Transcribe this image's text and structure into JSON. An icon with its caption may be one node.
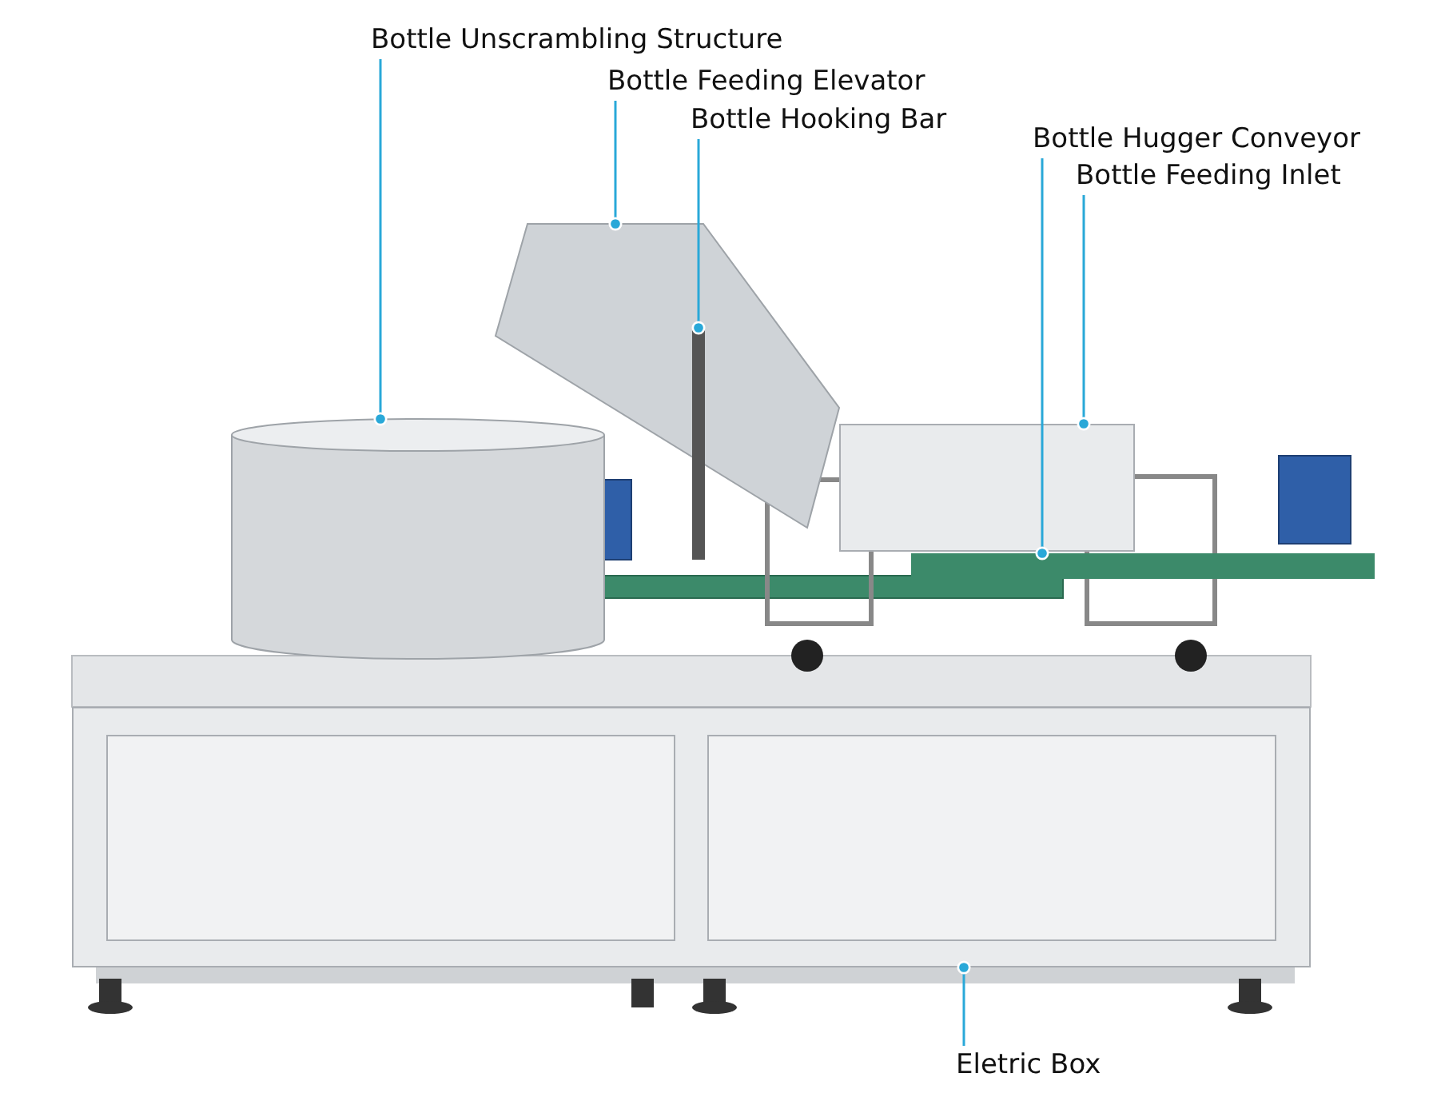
{
  "diagram": {
    "nodes": [
      {
        "text": [
          "Bottle Unscrambling Structure"
        ]
      },
      {
        "text": [
          "Bottle Feeding Elevator"
        ]
      },
      {
        "text": [
          "Bottle Hooking Bar"
        ]
      },
      {
        "text": [
          "Bottle Hugger Conveyor"
        ]
      },
      {
        "text": [
          "Bottle Feeding Inlet"
        ]
      },
      {
        "text": [
          "Eletric Box"
        ]
      },
      {
        "text": [],
        "shape": "cylinder"
      },
      {
        "text": [],
        "shape": "box"
      },
      {
        "text": [],
        "shape": "bar"
      },
      {
        "text": [],
        "shape": "bar"
      },
      {
        "text": [],
        "shape": "box"
      },
      {
        "text": [],
        "shape": "box"
      }
    ],
    "edges": [
      {
        "from": 0,
        "to": 6,
        "arrow": "other"
      },
      {
        "from": 1,
        "to": 7,
        "arrow": "other"
      },
      {
        "from": 2,
        "to": 8,
        "arrow": "other"
      },
      {
        "from": 3,
        "to": 9,
        "arrow": "other"
      },
      {
        "from": 4,
        "to": 10,
        "arrow": "other"
      },
      {
        "from": 5,
        "to": 11,
        "arrow": "other"
      }
    ]
  }
}
